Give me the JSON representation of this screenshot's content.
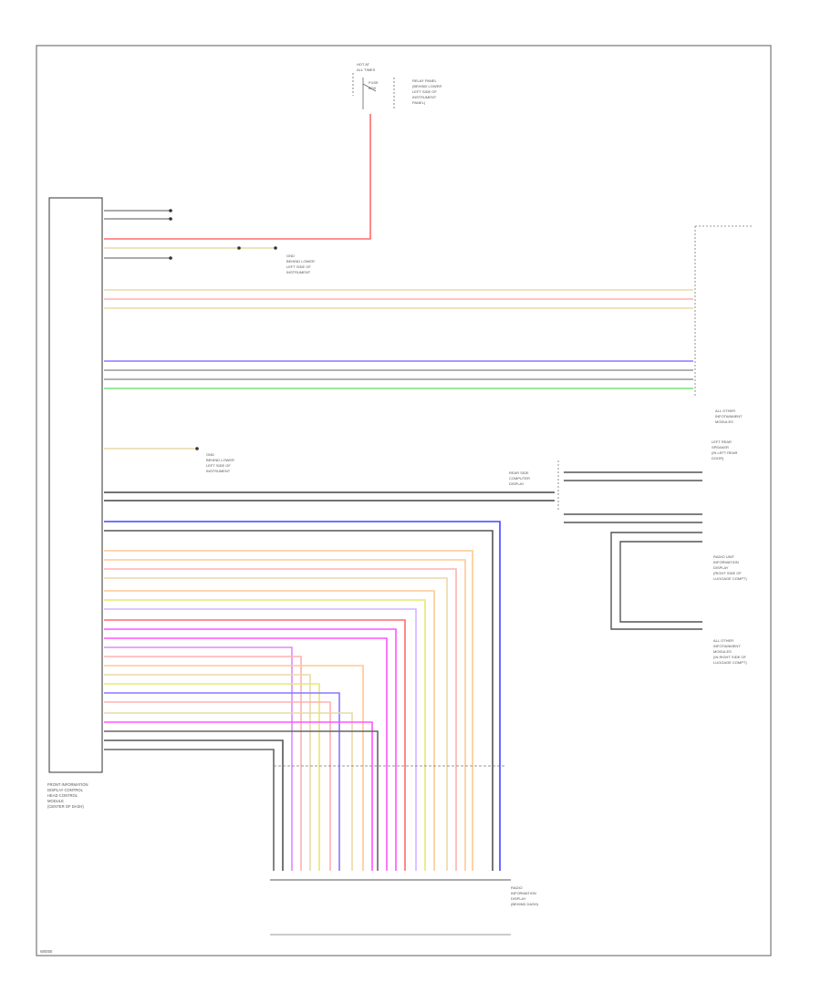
{
  "diagram": {
    "footer_code": "W0000",
    "left_module_caption": [
      "FRONT INFORMATION",
      "DISPLAY CONTROL",
      "HEAD CONTROL",
      "MODULE",
      "(CENTER OF DASH)"
    ],
    "top_feed_caption": [
      "HOT AT",
      "ALL TIMES",
      "FUSE",
      "BOX"
    ],
    "top_feed_note": [
      "RELAY PANEL",
      "(BEHIND LOWER",
      "LEFT SIDE OF",
      "INSTRUMENT",
      "PANEL)"
    ],
    "right_top_caption": [
      "ALL OTHER",
      "INFOTAINMENT",
      "MODULES"
    ],
    "right_mid_caption_a": [
      "LEFT REAR",
      "SPEAKER",
      "(IN LEFT REAR",
      "DOOR)"
    ],
    "right_mid_caption_b": [
      "REAR SIDE",
      "COMPUTER",
      "DISPLAY"
    ],
    "right_mid_caption_c": [
      "RADIO UNIT",
      "INFORMATION",
      "DISPLAY",
      "(RIGHT SIDE OF",
      "LUGGAGE COMPT)"
    ],
    "right_bottom_caption": [
      "ALL OTHER",
      "INFOTAINMENT",
      "MODULES",
      "(IN RIGHT SIDE OF",
      "LUGGAGE COMPT)"
    ],
    "bottom_module_caption": [
      "RADIO",
      "INFORMATION",
      "DISPLAY",
      "(BEHIND DASH)"
    ],
    "ground_note_a": [
      "GND",
      "BEHIND LOWER",
      "LEFT SIDE OF",
      "INSTRUMENT"
    ],
    "ground_note_b": [
      "GND",
      "BEHIND LOWER",
      "LEFT SIDE OF",
      "INSTRUMENT"
    ],
    "colors": {
      "red": "#ff6b6b",
      "tan": "#e9d8a8",
      "pink": "#ffb0b0",
      "blue_violet": "#8878ff",
      "gray": "#9a9a9a",
      "green": "#76e07a",
      "dark": "#444444",
      "blue": "#4444ff",
      "orange": "#ffc890",
      "lilac": "#d8b0ff",
      "yellow": "#e8e870",
      "magenta": "#ff55ff",
      "violet": "#dd88ff"
    }
  }
}
